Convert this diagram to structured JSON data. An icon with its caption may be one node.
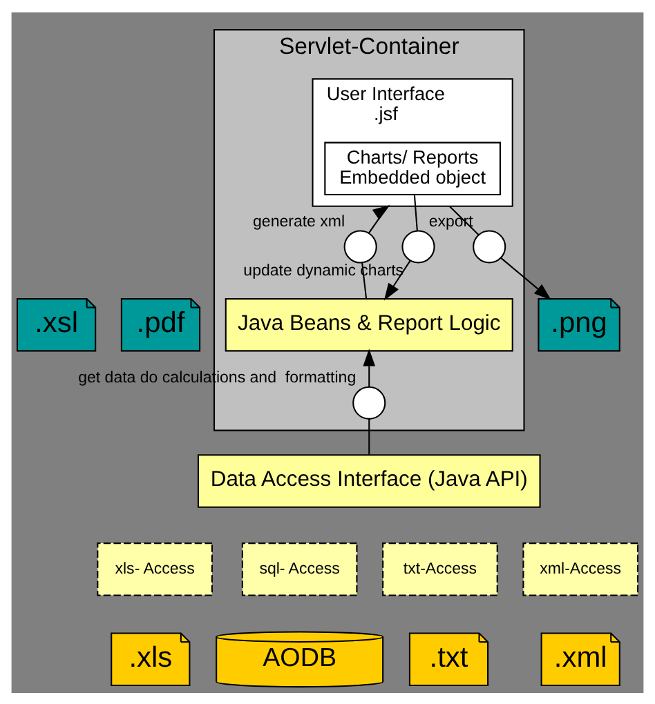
{
  "diagram": {
    "nodes": [
      {
        "text": [
          ".xsl"
        ]
      },
      {
        "text": [
          ".pdf"
        ]
      },
      {
        "text": [
          ".png"
        ]
      },
      {
        "text": [
          "Servlet-Container"
        ]
      },
      {
        "text": [
          "User Interface",
          ".jsf"
        ],
        "in": 3
      },
      {
        "text": [
          "Charts/ Reports",
          "Embedded object"
        ],
        "in": 4
      },
      {
        "text": [],
        "shape": "circle",
        "in": 3,
        "beside": [
          "export"
        ]
      },
      {
        "text": [],
        "shape": "circle",
        "in": 3,
        "beside": [
          "generate xml"
        ]
      },
      {
        "text": [],
        "shape": "circle",
        "in": 3,
        "beside": [
          "update dynamic charts"
        ]
      },
      {
        "text": [
          "Java Beans & Report Logic"
        ],
        "in": 3
      },
      {
        "text": [],
        "shape": "circle",
        "in": 3,
        "beside": [
          "get data do calculations and  formatting"
        ]
      },
      {
        "text": [
          "Data Access Interface (Java API)"
        ]
      },
      {
        "text": [
          "xls- Access"
        ]
      },
      {
        "text": [
          "sql- Access"
        ]
      },
      {
        "text": [
          "txt-Access"
        ]
      },
      {
        "text": [
          "xml-Access"
        ]
      },
      {
        "text": [
          ".xls"
        ]
      },
      {
        "text": [
          "AODB"
        ]
      },
      {
        "text": [
          ".txt"
        ]
      },
      {
        "text": [
          ".xml"
        ]
      }
    ],
    "edges": [
      {
        "from": 4,
        "to": 6,
        "arrow": "none"
      },
      {
        "from": 6,
        "to": 2,
        "arrow": "to"
      },
      {
        "from": 9,
        "to": 7,
        "arrow": "none"
      },
      {
        "from": 7,
        "to": 4,
        "arrow": "to"
      },
      {
        "from": 5,
        "to": 8,
        "arrow": "none"
      },
      {
        "from": 8,
        "to": 9,
        "arrow": "to"
      },
      {
        "from": 11,
        "to": 10,
        "arrow": "none"
      },
      {
        "from": 10,
        "to": 9,
        "arrow": "to"
      }
    ]
  }
}
